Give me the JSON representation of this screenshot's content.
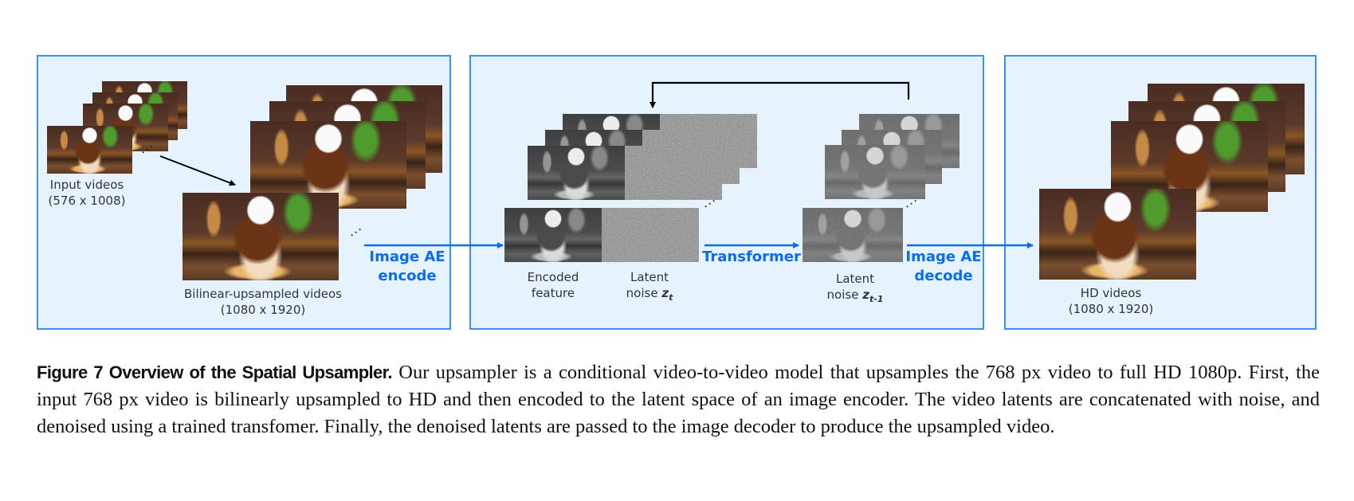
{
  "figure": {
    "input_panel": {
      "input_label": "Input videos",
      "input_size": "(576 x 1008)",
      "upsampled_label": "Bilinear-upsampled videos",
      "upsampled_size": "(1080 x 1920)"
    },
    "encode_label_line1": "Image AE",
    "encode_label_line2": "encode",
    "latent_panel": {
      "encoded_label_line1": "Encoded",
      "encoded_label_line2": "feature",
      "noise_t_line1": "Latent",
      "noise_t_line2": "noise",
      "noise_t_symbol": "z",
      "noise_t_sub": "t",
      "transformer_label": "Transformer",
      "noise_t1_line1": "Latent",
      "noise_t1_line2": "noise",
      "noise_t1_symbol": "z",
      "noise_t1_sub": "t-1"
    },
    "decode_label_line1": "Image AE",
    "decode_label_line2": "decode",
    "output_panel": {
      "hd_label": "HD videos",
      "hd_size": "(1080 x 1920)"
    },
    "colors": {
      "panel_bg": "#e6f3fe",
      "panel_border": "#3d8ff0",
      "accent_blue": "#0b6cf0"
    }
  },
  "caption": {
    "label": "Figure 7  Overview of the Spatial Upsampler.",
    "text": " Our upsampler is a conditional video-to-video model that upsamples the 768 px video to full HD 1080p. First, the input 768 px video is bilinearly upsampled to HD and then encoded to the latent space of an image encoder. The video latents are concatenated with noise, and denoised using a trained transfomer. Finally, the denoised latents are passed to the image decoder to produce the upsampled video."
  }
}
